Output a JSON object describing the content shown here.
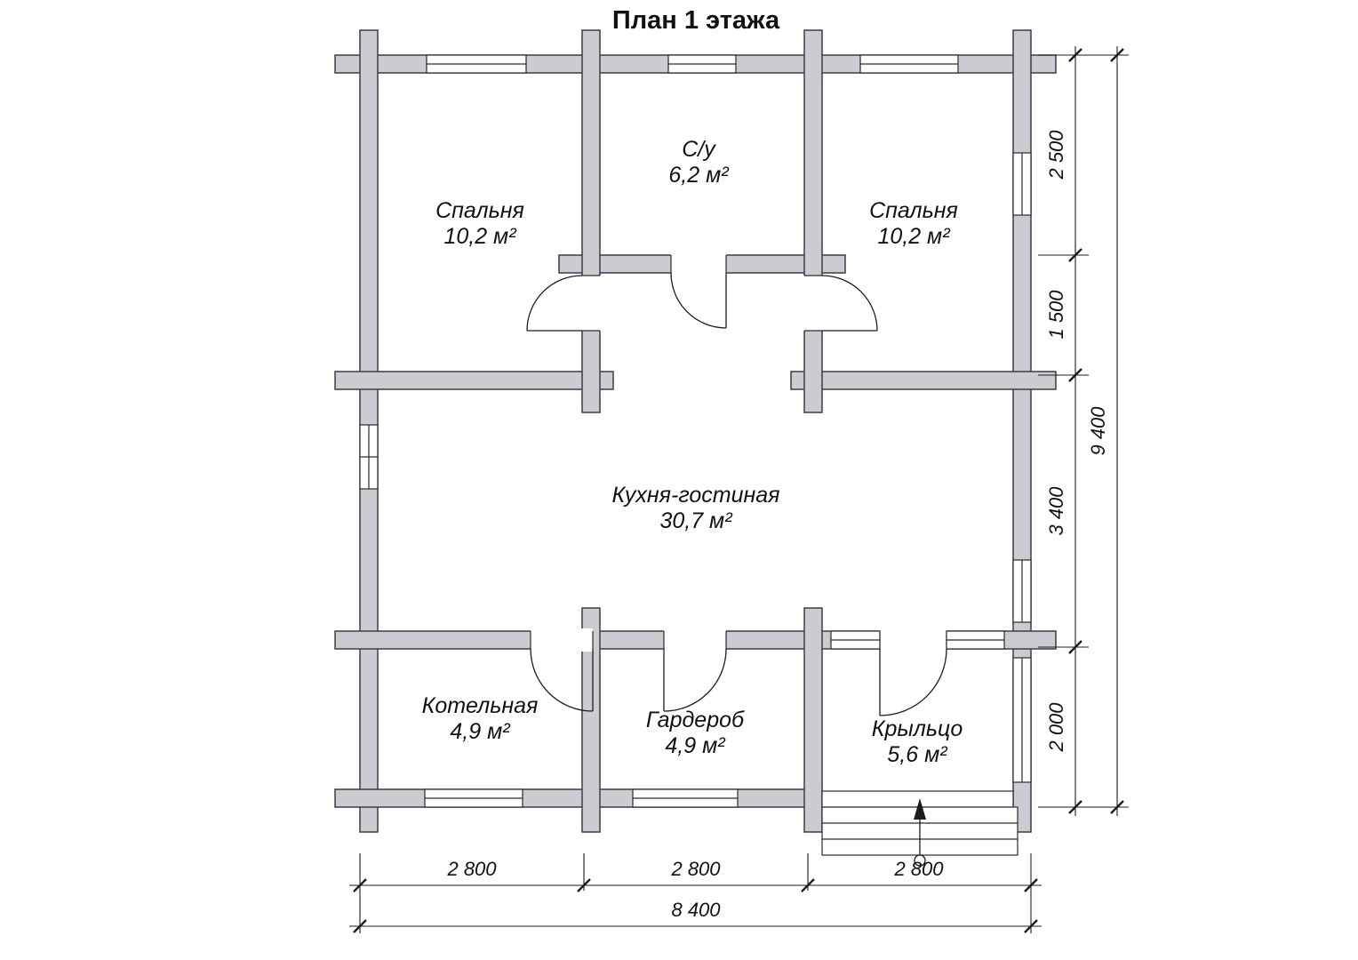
{
  "title": "План 1 этажа",
  "rooms": [
    {
      "name": "Спальня",
      "area": "10,2 м²"
    },
    {
      "name": "С/у",
      "area": "6,2 м²"
    },
    {
      "name": "Спальня",
      "area": "10,2 м²"
    },
    {
      "name": "Кухня-гостиная",
      "area": "30,7 м²"
    },
    {
      "name": "Котельная",
      "area": "4,9 м²"
    },
    {
      "name": "Гардероб",
      "area": "4,9 м²"
    },
    {
      "name": "Крыльцо",
      "area": "5,6 м²"
    }
  ],
  "dimensions": {
    "right_segments": [
      "2 500",
      "1 500",
      "3 400",
      "2 000"
    ],
    "right_total": "9 400",
    "bottom_segments": [
      "2 800",
      "2 800",
      "2 800"
    ],
    "bottom_total": "8 400"
  },
  "colors": {
    "wall_fill": "#cbcbd1",
    "wall_stroke": "#3c3c44",
    "line": "#1c1c1e"
  }
}
